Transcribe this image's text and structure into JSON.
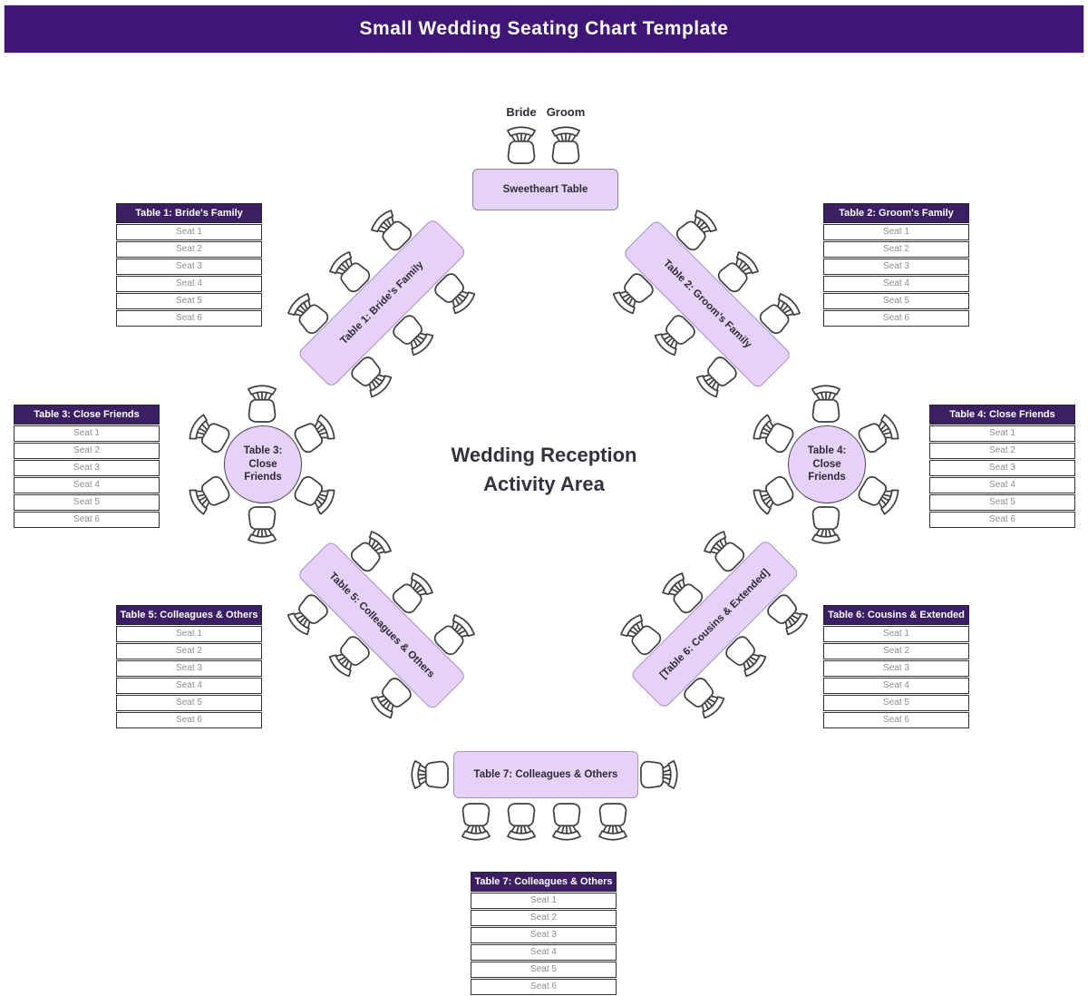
{
  "title": "Small Wedding Seating Chart Template",
  "center_area": {
    "line1": "Wedding Reception",
    "line2": "Activity Area"
  },
  "sweetheart": {
    "bride": "Bride",
    "groom": "Groom",
    "table_label": "Sweetheart Table"
  },
  "floor_tables": {
    "table1": "Table 1: Bride's Family",
    "table2": "Table 2: Groom's Family",
    "table3": "Table 3: Close Friends",
    "table4": "Table 4: Close Friends",
    "table5": "Table 5: Colleagues & Others",
    "table6": "[Table 6: Cousins & Extended]",
    "table7": "Table 7: Colleagues & Others"
  },
  "seat_lists": [
    {
      "title": "Table 1: Bride's Family",
      "seats": [
        "Seat 1",
        "Seat 2",
        "Seat 3",
        "Seat 4",
        "Seat 5",
        "Seat 6"
      ]
    },
    {
      "title": "Table 2: Groom's Family",
      "seats": [
        "Seat 1",
        "Seat 2",
        "Seat 3",
        "Seat 4",
        "Seat 5",
        "Seat 6"
      ]
    },
    {
      "title": "Table 3: Close Friends",
      "seats": [
        "Seat 1",
        "Seat 2",
        "Seat 3",
        "Seat 4",
        "Seat 5",
        "Seat 6"
      ]
    },
    {
      "title": "Table 4: Close Friends",
      "seats": [
        "Seat 1",
        "Seat 2",
        "Seat 3",
        "Seat 4",
        "Seat 5",
        "Seat 6"
      ]
    },
    {
      "title": "Table 5: Colleagues & Others",
      "seats": [
        "Seat 1",
        "Seat 2",
        "Seat 3",
        "Seat 4",
        "Seat 5",
        "Seat 6"
      ]
    },
    {
      "title": "Table 6: Cousins & Extended",
      "seats": [
        "Seat 1",
        "Seat 2",
        "Seat 3",
        "Seat 4",
        "Seat 5",
        "Seat 6"
      ]
    },
    {
      "title": "Table 7: Colleagues & Others",
      "seats": [
        "Seat 1",
        "Seat 2",
        "Seat 3",
        "Seat 4",
        "Seat 5",
        "Seat 6"
      ]
    }
  ],
  "colors": {
    "banner_bg": "#3f1575",
    "list_header_bg": "#3b1e63",
    "table_fill": "#e6d2f6",
    "rect_table_border": "#ab8cc9",
    "round_table_border": "#4b4354",
    "seat_text": "#8d8d8d",
    "label_text": "#2f2937"
  }
}
